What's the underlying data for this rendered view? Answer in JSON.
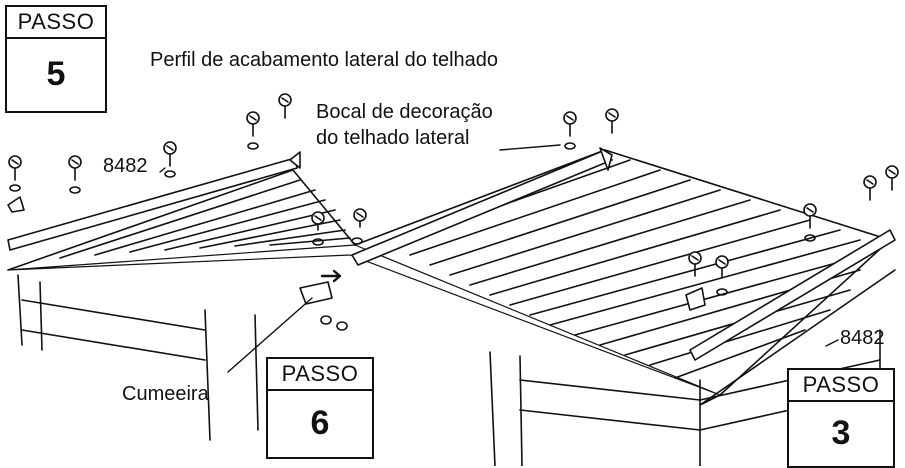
{
  "steps": {
    "top": {
      "label": "PASSO",
      "number": "5"
    },
    "middle": {
      "label": "PASSO",
      "number": "6"
    },
    "right": {
      "label": "PASSO",
      "number": "3"
    }
  },
  "captions": {
    "side_trim": "Perfil de acabamento lateral do telhado",
    "decor_cap_line1": "Bocal de decoração",
    "decor_cap_line2": "do telhado lateral",
    "ridge": "Cumeeira",
    "part_left": "8482",
    "part_right": "8482"
  }
}
